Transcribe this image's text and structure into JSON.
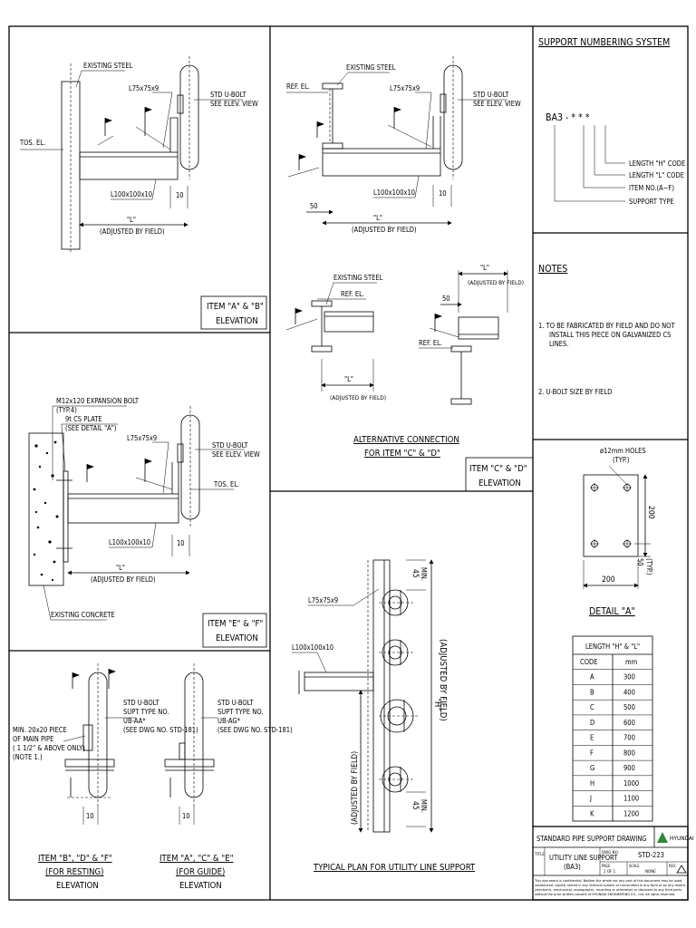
{
  "labels": {
    "existing_steel": "EXISTING STEEL",
    "angle": "L75x75x9",
    "beam": "L100x100x10",
    "ubolt_1": "STD U-BOLT",
    "ubolt_2": "SEE ELEV. VIEW",
    "tos_el": "TOS. EL.",
    "ref_el": "REF. EL.",
    "L_dim": "\"L\"",
    "adjusted": "(ADJUSTED BY FIELD)",
    "dim10": "10",
    "dim50": "50",
    "expansion_bolt": "M12x120 EXPANSION BOLT",
    "typ4": "(TYP.4)",
    "cs_plate": "9t CS PLATE",
    "see_detail": "(SEE DETAIL \"A\")",
    "existing_concrete": "EXISTING CONCRETE",
    "supt_type": "SUPT TYPE NO.",
    "ub_aa": "UB-AA*",
    "ub_ag": "UB-AG*",
    "see_dwg": "(SEE DWG NO. STD-181)",
    "min_piece_1": "MIN. 20x20 PIECE",
    "min_piece_2": "OF MAIN PIPE",
    "min_piece_3": "( 1 1/2\" & ABOVE ONLY)",
    "min_piece_4": "(NOTE 1.)",
    "dim45": "45",
    "min": "MIN.",
    "H_dim": "\"H\"",
    "adjusted_vert": "(ADJUSTED BY FIELD)"
  },
  "captions": {
    "ab_1": "ITEM \"A\" & \"B\"",
    "ab_2": "ELEVATION",
    "ef_1": "ITEM \"E\" & \"F\"",
    "ef_2": "ELEVATION",
    "bdf_1": "ITEM \"B\", \"D\" & \"F\"",
    "bdf_2": "(FOR RESTING)",
    "bdf_3": "ELEVATION",
    "ace_1": "ITEM \"A\", \"C\" & \"E\"",
    "ace_2": "(FOR GUIDE)",
    "ace_3": "ELEVATION",
    "alt_1": "ALTERNATIVE CONNECTION",
    "alt_2": "FOR ITEM \"C\" & \"D\"",
    "cd_1": "ITEM \"C\" & \"D\"",
    "cd_2": "ELEVATION",
    "plan": "TYPICAL PLAN FOR UTILITY LINE SUPPORT"
  },
  "numbering": {
    "title": "SUPPORT NUMBERING SYSTEM",
    "code": "BA3 - * * *",
    "items": [
      "LENGTH \"H\" CODE",
      "LENGTH \"L\" CODE",
      "ITEM NO.(A~F)",
      "SUPPORT TYPE"
    ]
  },
  "notes": {
    "title": "NOTES",
    "n1_1": "1.  TO BE FABRICATED BY FIELD AND DO NOT",
    "n1_2": "INSTALL THIS PIECE ON GALVANIZED CS",
    "n1_3": "LINES.",
    "n2": "2.  U-BOLT SIZE BY FIELD"
  },
  "detail": {
    "holes_1": "ø12mm HOLES",
    "holes_2": "(TYP.)",
    "dim200": "200",
    "dim200b": "200",
    "dim50": "50",
    "typ": "(TYP.)",
    "title": "DETAIL \"A\""
  },
  "table": {
    "title": "LENGTH \"H\" & \"L\"",
    "headers": [
      "CODE",
      "mm"
    ],
    "rows": [
      [
        "A",
        "300"
      ],
      [
        "B",
        "400"
      ],
      [
        "C",
        "500"
      ],
      [
        "D",
        "600"
      ],
      [
        "E",
        "700"
      ],
      [
        "F",
        "800"
      ],
      [
        "G",
        "900"
      ],
      [
        "H",
        "1000"
      ],
      [
        "J",
        "1100"
      ],
      [
        "K",
        "1200"
      ]
    ]
  },
  "titleblock": {
    "title": "STANDARD PIPE SUPPORT DRAWING",
    "company": "HYUNDAI",
    "title_label": "TITLE",
    "desc_1": "UTILITY LINE SUPPORT",
    "desc_2": "(BA3)",
    "dwg_label": "DWG NO.",
    "dwg_no": "STD-223",
    "page_label": "PAGE",
    "page": "1  OF  1",
    "scale_label": "SCALE",
    "scale": "NONE",
    "rev_label": "REV.",
    "disclaimer_1": "This document is confidential. Neither the whole nor any part of this document may be used,",
    "disclaimer_2": "reproduced, copied, stored in any retrieval system or transmitted in any form or by any means",
    "disclaimer_3": "(electronic, mechanical, reprographic, recording or otherwise) or disclosed to any third party",
    "disclaimer_4": "without the prior written consent of HYUNDAI ENGINEERING CO., Ltd. All rights reserved."
  }
}
